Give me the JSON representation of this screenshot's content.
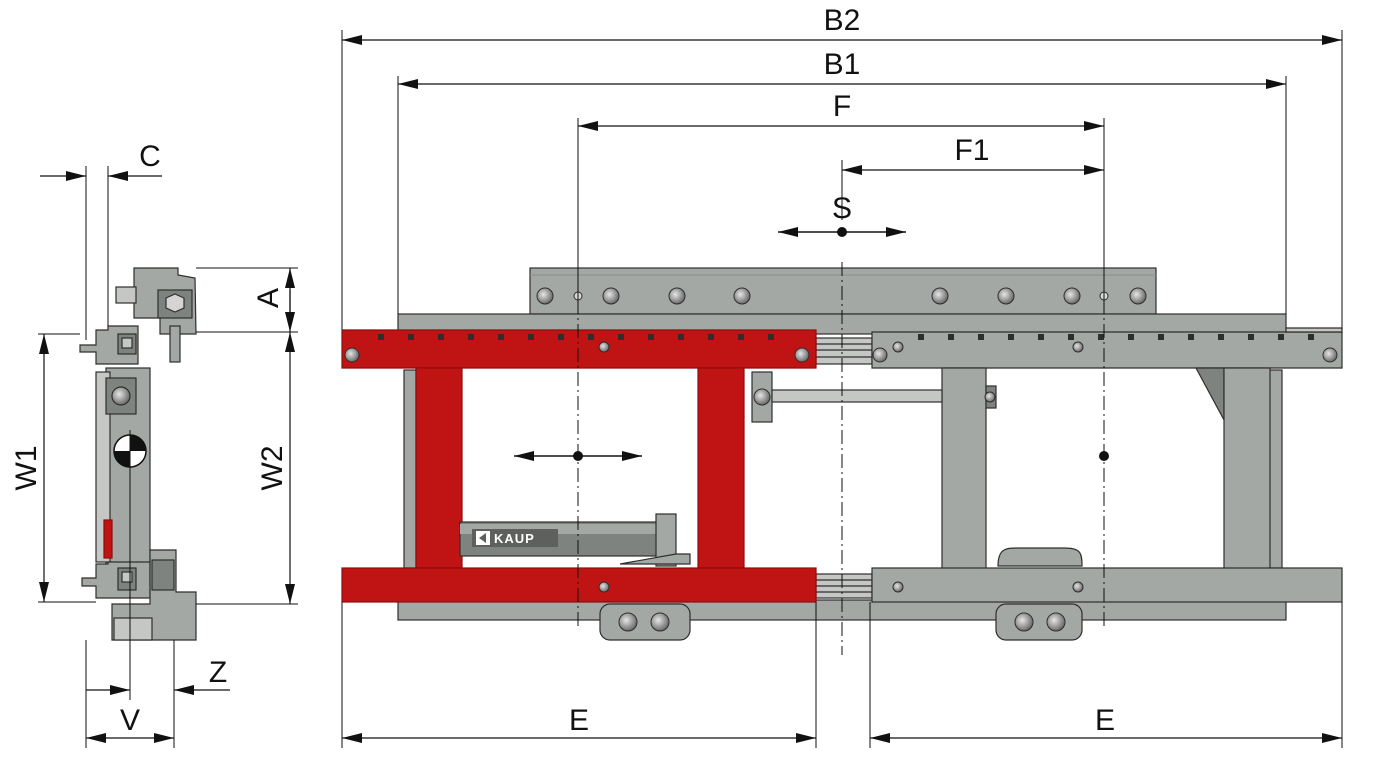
{
  "dimensions": {
    "b2": "B2",
    "b1": "B1",
    "f": "F",
    "f1": "F1",
    "s": "S",
    "c": "C",
    "a": "A",
    "w1": "W1",
    "w2": "W2",
    "z": "Z",
    "v": "V",
    "e_left": "E",
    "e_right": "E"
  },
  "logo": {
    "text": "KAUP"
  },
  "colors": {
    "red": "#c01414",
    "red_dark": "#8e0c0c",
    "grey": "#a4a8a4",
    "grey_dark": "#7f837f",
    "grey_light": "#c4c7c4",
    "outline": "#2e2e2e"
  }
}
